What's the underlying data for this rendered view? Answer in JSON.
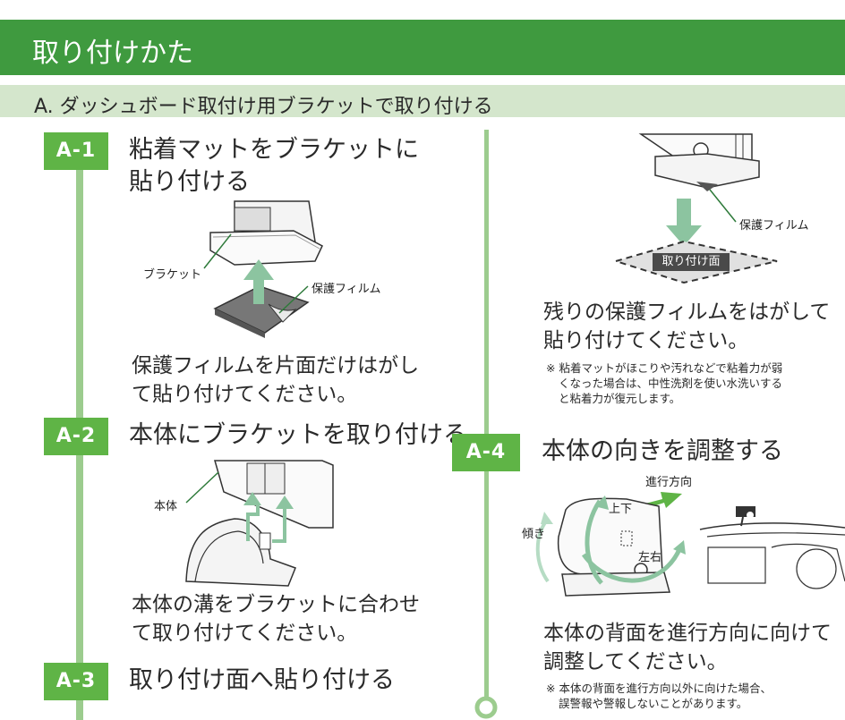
{
  "header": {
    "title": "取り付けかた"
  },
  "section": {
    "title": "A. ダッシュボード取付け用ブラケットで取り付ける"
  },
  "steps": [
    {
      "badge": "A-1",
      "title_line1": "粘着マットをブラケットに",
      "title_line2": "貼り付ける",
      "body_line1": "保護フィルムを片面だけはがし",
      "body_line2": "て貼り付けてください。",
      "labels": {
        "bracket": "ブラケット",
        "film": "保護フィルム"
      }
    },
    {
      "badge": "A-2",
      "title": "本体にブラケットを取り付ける",
      "body_line1": "本体の溝をブラケットに合わせ",
      "body_line2": "て取り付けてください。",
      "labels": {
        "body": "本体"
      }
    },
    {
      "badge": "A-3",
      "title": "取り付け面へ貼り付ける",
      "labels": {
        "film": "保護フィルム",
        "surface": "取り付け面"
      },
      "body_line1": "残りの保護フィルムをはがして",
      "body_line2": "貼り付けてください。",
      "note_line1": "※ 粘着マットがほこりや汚れなどで粘着力が弱",
      "note_line2": "くなった場合は、中性洗剤を使い水洗いする",
      "note_line3": "と粘着力が復元します。"
    },
    {
      "badge": "A-4",
      "title": "本体の向きを調整する",
      "labels": {
        "direction": "進行方向",
        "updown": "上下",
        "tilt": "傾き",
        "leftright": "左右"
      },
      "body_line1": "本体の背面を進行方向に向けて",
      "body_line2": "調整してください。",
      "note_line1": "※ 本体の背面を進行方向以外に向けた場合、",
      "note_line2": "誤警報や警報しないことがあります。"
    }
  ],
  "colors": {
    "header": "#3f9a3f",
    "subheader": "#d4e6cc",
    "badge": "#5fb446",
    "line": "#9ccc8e",
    "arrow": "#8cc4a0"
  }
}
